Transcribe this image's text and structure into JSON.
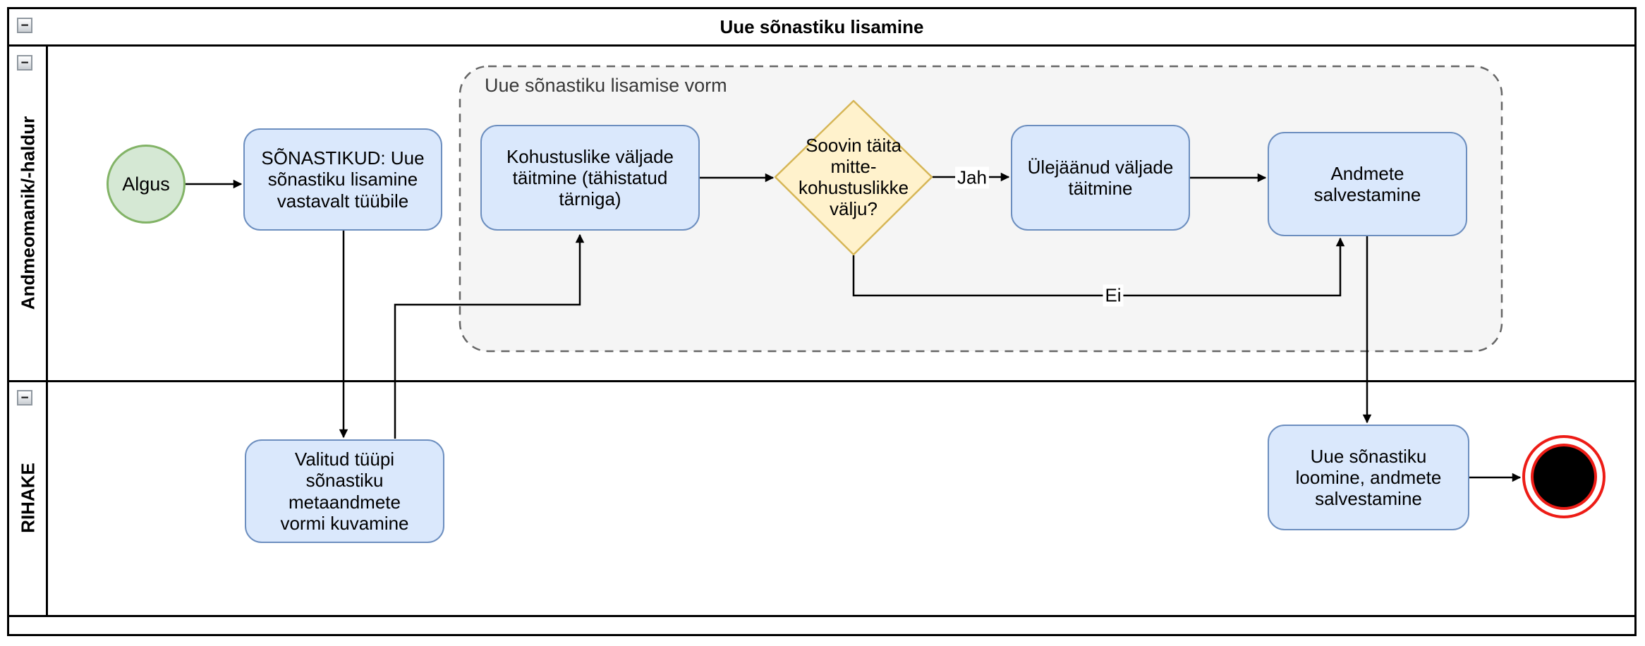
{
  "pool": {
    "title": "Uue sõnastiku lisamine"
  },
  "lanes": [
    {
      "label": "Andmeomanik/-haldur"
    },
    {
      "label": "RIHAKE"
    }
  ],
  "group": {
    "label": "Uue sõnastiku lisamise vorm"
  },
  "nodes": {
    "start": {
      "label": "Algus"
    },
    "task_sonastikud": {
      "label": "SÕNASTIKUD: Uue sõnastiku lisamine vastavalt tüübile"
    },
    "task_kohustuslike": {
      "label": "Kohustuslike väljade täitmine (tähistatud tärniga)"
    },
    "gateway": {
      "label": "Soovin täita mitte-kohustuslikke välju?"
    },
    "task_ulejaanud": {
      "label": "Ülejäänud väljade täitmine"
    },
    "task_andmete": {
      "label": "Andmete salvestamine"
    },
    "task_valitud": {
      "label": "Valitud tüüpi sõnastiku metaandmete vormi kuvamine"
    },
    "task_loomine": {
      "label": "Uue sõnastiku loomine, andmete salvestamine"
    }
  },
  "edges": {
    "yes_label": "Jah",
    "no_label": "Ei"
  },
  "icons": {
    "minus": "−"
  },
  "colors": {
    "task_fill": "#dae8fc",
    "task_stroke": "#6c8ebf",
    "start_fill": "#d5e8d4",
    "start_stroke": "#82b366",
    "gateway_fill": "#fff2cc",
    "gateway_stroke": "#d6b656",
    "group_fill": "#f5f5f5",
    "group_stroke": "#666666",
    "end_event_ring": "#ed1c16",
    "end_event_fill": "#000000",
    "connector": "#000000",
    "border": "#000000"
  }
}
